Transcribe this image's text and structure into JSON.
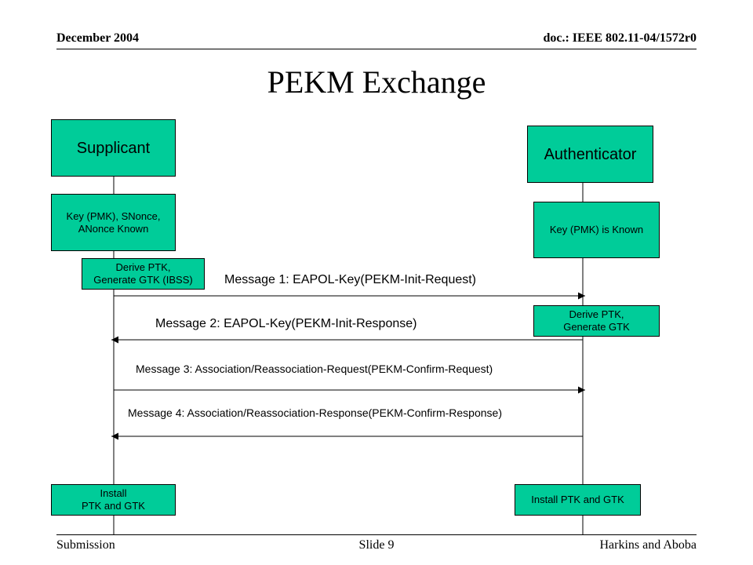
{
  "header": {
    "date": "December 2004",
    "doc": "doc.: IEEE 802.11-04/1572r0"
  },
  "title": "PEKM Exchange",
  "entities": {
    "supplicant": "Supplicant",
    "authenticator": "Authenticator"
  },
  "supplicant_steps": {
    "known": "Key (PMK), SNonce,\nANonce Known",
    "derive": "Derive PTK,\nGenerate GTK (IBSS)",
    "install": "Install\nPTK and GTK"
  },
  "authenticator_steps": {
    "known": "Key (PMK) is Known",
    "derive": "Derive PTK,\nGenerate GTK",
    "install": "Install PTK and GTK"
  },
  "messages": [
    {
      "label": "Message 1: EAPOL-Key(PEKM-Init-Request)",
      "direction": "to-authenticator"
    },
    {
      "label": "Message 2: EAPOL-Key(PEKM-Init-Response)",
      "direction": "to-supplicant"
    },
    {
      "label": "Message 3: Association/Reassociation-Request(PEKM-Confirm-Request)",
      "direction": "to-authenticator"
    },
    {
      "label": "Message 4: Association/Reassociation-Response(PEKM-Confirm-Response)",
      "direction": "to-supplicant"
    }
  ],
  "footer": {
    "left": "Submission",
    "center": "Slide 9",
    "right": "Harkins and Aboba"
  },
  "colors": {
    "box_fill": "#00cc99",
    "line": "#000000"
  }
}
